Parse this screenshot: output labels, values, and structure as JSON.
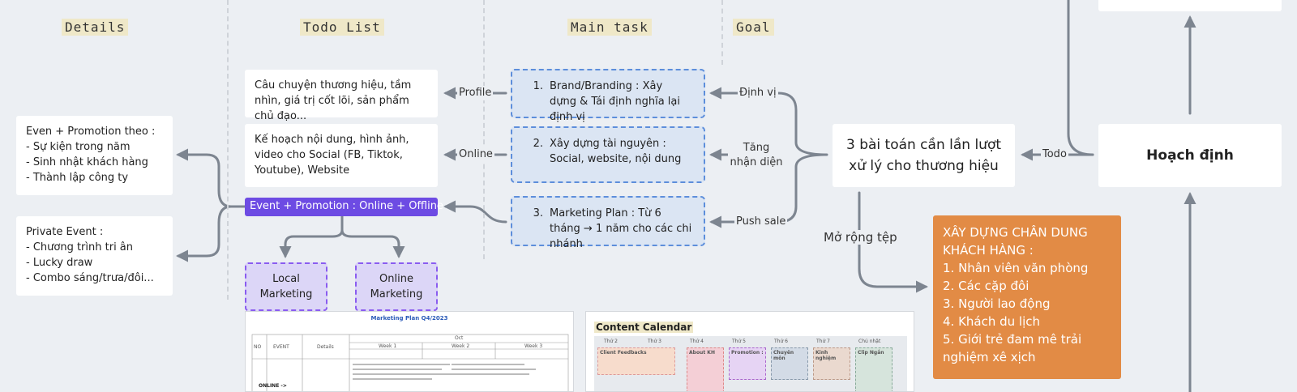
{
  "columns": {
    "details": "Details",
    "todo": "Todo List",
    "main_task": "Main task",
    "goal": "Goal"
  },
  "details": {
    "event_promo_lines": [
      "Even + Promotion theo :",
      "- Sự kiện trong năm",
      "- Sinh nhật khách hàng",
      "- Thành lập công ty"
    ],
    "private_lines": [
      "Private Event :",
      "- Chương trình tri ân",
      "- Lucky draw",
      "- Combo sáng/trưa/đôi..."
    ]
  },
  "todo": {
    "profile_card": "Câu chuyện thương hiệu, tầm nhìn, giá trị cốt lõi, sản phẩm chủ đạo...",
    "online_card": "Kế hoạch nội dung, hình ảnh, video cho Social (FB, Tiktok, Youtube), Website",
    "event_bar": "Event + Promotion : Online + Offline",
    "local": "Local Marketing",
    "online_mkt": "Online Marketing"
  },
  "edges": {
    "profile": "Profile",
    "online": "Online",
    "dinh_vi": "Định vị",
    "tang_nhan_dien": "Tăng nhận diện",
    "push_sale": "Push sale",
    "todo": "Todo",
    "mo_rong_tep": "Mở rộng tệp"
  },
  "tasks": [
    {
      "num": "1.",
      "text": "Brand/Branding : Xây dựng & Tái định nghĩa lại định vị"
    },
    {
      "num": "2.",
      "text": "Xây dựng tài nguyên : Social, website, nội dung"
    },
    {
      "num": "3.",
      "text": "Marketing Plan : Từ 6 tháng → 1 năm cho các chi nhánh"
    }
  ],
  "problems": "3 bài toán cần lần lượt xử lý cho thương hiệu",
  "hoach_dinh": "Hoạch định",
  "persona": {
    "title": "XÂY DỰNG CHÂN DUNG KHÁCH HÀNG :",
    "items": [
      "1. Nhân viên văn phòng",
      "2. Các cặp đôi",
      "3. Người lao động",
      "4. Khách du lịch",
      "5. Giới trẻ đam mê trải nghiệm xê xịch"
    ]
  },
  "thumb_plan": {
    "title": "Marketing Plan Q4/2023",
    "headers": [
      "NO",
      "EVENT",
      "Details",
      "Oct",
      "Week 1",
      "Week 2",
      "Week 3"
    ],
    "row_label": "ONLINE ->"
  },
  "thumb_calendar": {
    "title": "Content Calendar",
    "days": [
      "Thứ 2",
      "Thứ 3",
      "Thứ 4",
      "Thứ 5",
      "Thứ 6",
      "Thứ 7",
      "Chủ nhật"
    ],
    "cells": [
      "Client Feedbacks",
      "About KH",
      "Promotion :",
      "Chuyên môn",
      "Kinh nghiệm",
      "Clip Ngắn"
    ]
  },
  "colors": {
    "task_fill": "#dbe5f3",
    "task_border": "#5d8edb",
    "event_bar": "#6d4be3",
    "persona": "#e28b45",
    "connector": "#7d8590"
  }
}
